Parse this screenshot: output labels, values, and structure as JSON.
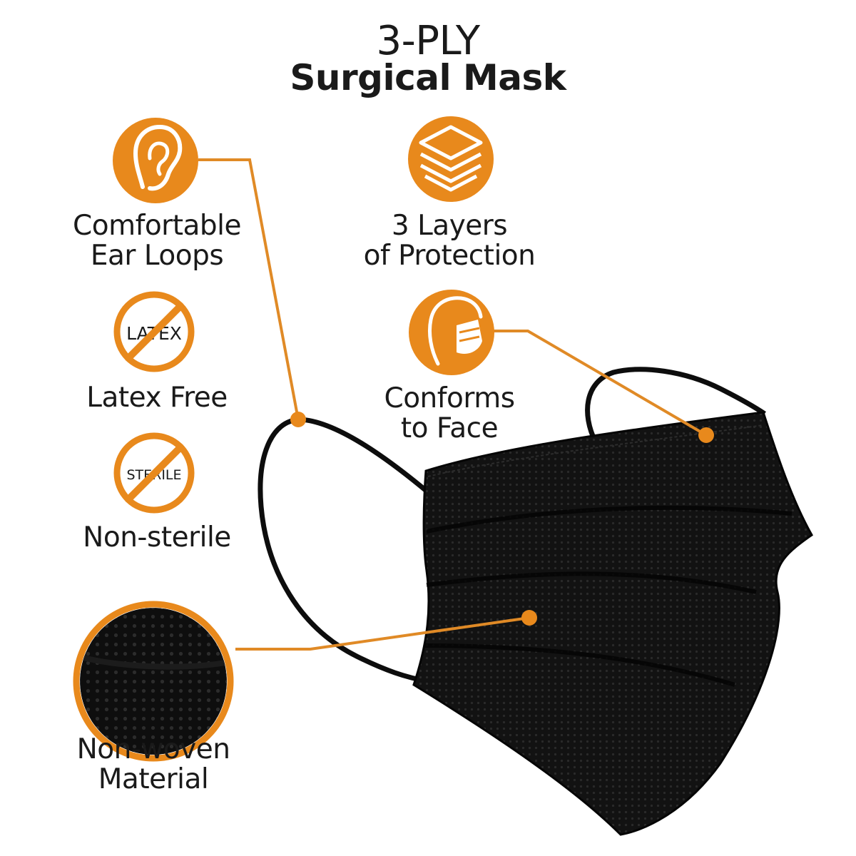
{
  "title": {
    "line1": "3-PLY",
    "line2": "Surgical Mask"
  },
  "features": {
    "ear_loops": {
      "line1": "Comfortable",
      "line2": "Ear Loops",
      "icon": "ear-icon"
    },
    "layers": {
      "line1": "3 Layers",
      "line2": "of Protection",
      "icon": "layers-icon"
    },
    "latex": {
      "label": "Latex Free",
      "badge_text": "LATEX",
      "icon": "no-latex-icon"
    },
    "conforms": {
      "line1": "Conforms",
      "line2": "to Face",
      "icon": "face-mask-icon"
    },
    "sterile": {
      "label": "Non-sterile",
      "badge_text": "STERILE",
      "icon": "no-sterile-icon"
    },
    "material": {
      "line1": "Non-woven",
      "line2": "Material",
      "icon": "fabric-closeup"
    }
  },
  "colors": {
    "accent": "#e8891c",
    "text": "#1a1a1a",
    "mask": "#111111",
    "background": "#ffffff"
  }
}
